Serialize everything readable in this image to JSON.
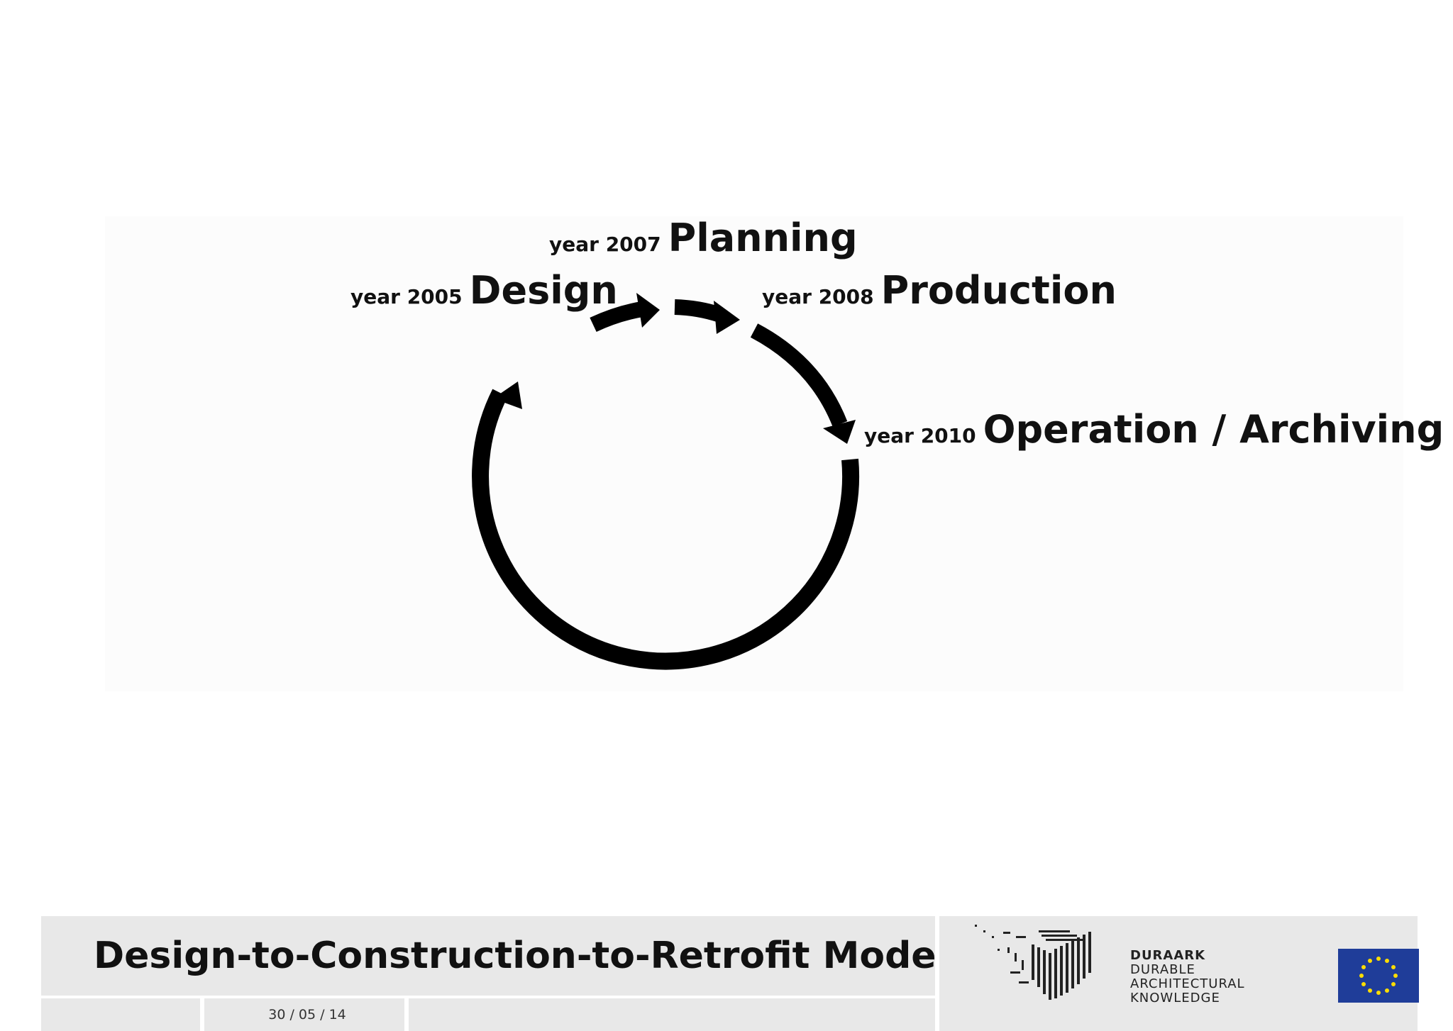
{
  "diagram": {
    "stages": [
      {
        "year": "year 2005",
        "name": "Design"
      },
      {
        "year": "year 2007",
        "name": "Planning"
      },
      {
        "year": "year 2008",
        "name": "Production"
      },
      {
        "year": "year 2010",
        "name": "Operation / Archiving"
      }
    ]
  },
  "footer": {
    "title": "Design-to-Construction-to-Retrofit Model",
    "date": "30 / 05 / 14"
  },
  "logo": {
    "brand": "DURAARK",
    "line1": "DURABLE",
    "line2": "ARCHITECTURAL",
    "line3": "KNOWLEDGE"
  },
  "colors": {
    "arrow": "#000000",
    "footer_band": "#e8e8e8",
    "eu_blue": "#1f3d99",
    "eu_star": "#ffdd00"
  },
  "icons": {
    "cycle": "circular-arrow-cycle",
    "logo": "duraark-bars-logo",
    "flag": "eu-flag-icon"
  }
}
